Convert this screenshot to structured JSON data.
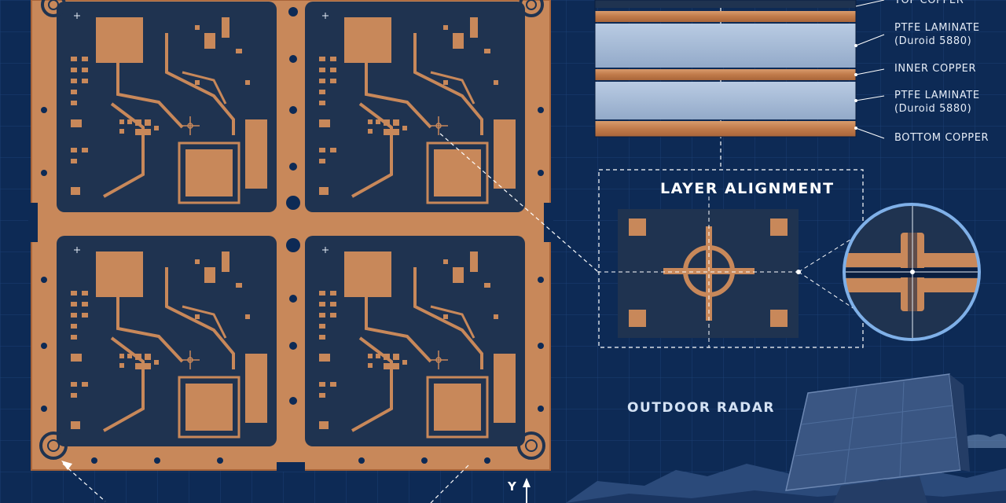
{
  "stackup": {
    "layers": [
      {
        "label": "TOP COPPER",
        "sub": ""
      },
      {
        "label": "PTFE LAMINATE",
        "sub": "(Duroid 5880)"
      },
      {
        "label": "INNER COPPER",
        "sub": ""
      },
      {
        "label": "PTFE LAMINATE",
        "sub": "(Duroid 5880)"
      },
      {
        "label": "BOTTOM COPPER",
        "sub": ""
      }
    ]
  },
  "alignment": {
    "title": "LAYER ALIGNMENT"
  },
  "radar": {
    "title": "OUTDOOR RADAR"
  },
  "axis": {
    "y_label": "Y"
  },
  "colors": {
    "background": "#0d2a55",
    "copper": "#c8885a",
    "board_dark": "#1f3350",
    "laminate": "#a8bcd8",
    "label_text": "#e6edf7"
  }
}
